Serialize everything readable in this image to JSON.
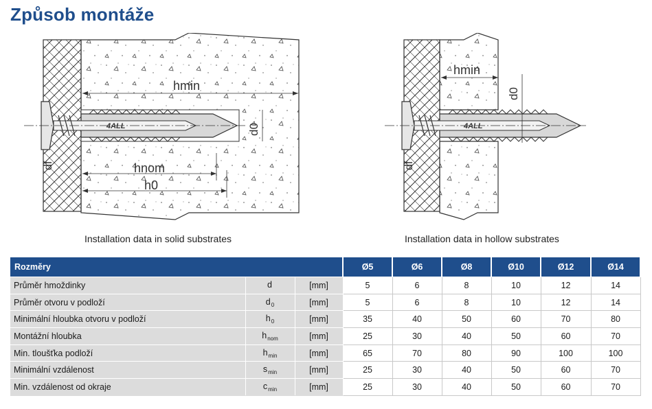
{
  "title": "Způsob montáže",
  "figures": {
    "solid": {
      "caption": "Installation data in solid substrates",
      "labels": {
        "hmin": "hmin",
        "d0": "d0",
        "df": "df",
        "hnom": "hnom",
        "h0": "h0",
        "brand": "4ALL"
      }
    },
    "hollow": {
      "caption": "Installation data in hollow substrates",
      "labels": {
        "hmin": "hmin",
        "d0": "d0",
        "df": "df",
        "brand": "4ALL"
      }
    }
  },
  "table": {
    "header": {
      "name": "Rozměry",
      "sizes": [
        "Ø5",
        "Ø6",
        "Ø8",
        "Ø10",
        "Ø12",
        "Ø14"
      ]
    },
    "rows": [
      {
        "name": "Průměr hmoždinky",
        "sym": "d",
        "sub": "",
        "unit": "[mm]",
        "values": [
          "5",
          "6",
          "8",
          "10",
          "12",
          "14"
        ]
      },
      {
        "name": "Průměr otvoru v podloží",
        "sym": "d",
        "sub": "0",
        "unit": "[mm]",
        "values": [
          "5",
          "6",
          "8",
          "10",
          "12",
          "14"
        ]
      },
      {
        "name": "Minimální hloubka otvoru v podloží",
        "sym": "h",
        "sub": "0",
        "unit": "[mm]",
        "values": [
          "35",
          "40",
          "50",
          "60",
          "70",
          "80"
        ]
      },
      {
        "name": "Montážní hloubka",
        "sym": "h",
        "sub": "nom",
        "unit": "[mm]",
        "values": [
          "25",
          "30",
          "40",
          "50",
          "60",
          "70"
        ]
      },
      {
        "name": "Min. tloušťka podloží",
        "sym": "h",
        "sub": "min",
        "unit": "[mm]",
        "values": [
          "65",
          "70",
          "80",
          "90",
          "100",
          "100"
        ]
      },
      {
        "name": "Minimální vzdálenost",
        "sym": "s",
        "sub": "min",
        "unit": "[mm]",
        "values": [
          "25",
          "30",
          "40",
          "50",
          "60",
          "70"
        ]
      },
      {
        "name": "Min. vzdálenost od okraje",
        "sym": "c",
        "sub": "min",
        "unit": "[mm]",
        "values": [
          "25",
          "30",
          "40",
          "50",
          "60",
          "70"
        ]
      }
    ]
  }
}
